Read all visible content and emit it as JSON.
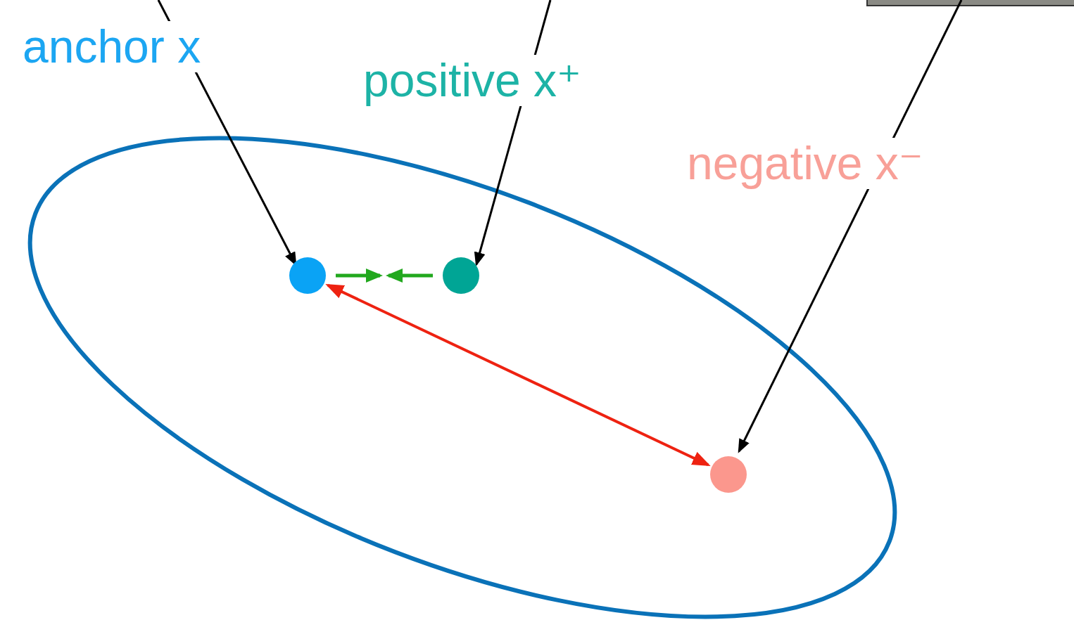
{
  "diagram": {
    "nodes": [
      {
        "text": [
          "anchor x"
        ]
      },
      {
        "text": [
          "positive x⁺"
        ]
      },
      {
        "text": [
          "negative x⁻"
        ]
      }
    ],
    "edges": [
      {
        "from": 0,
        "to": 1,
        "arrow": "to"
      },
      {
        "from": 1,
        "to": 0,
        "arrow": "to"
      },
      {
        "from": 0,
        "to": 2,
        "arrow": "both"
      }
    ]
  }
}
